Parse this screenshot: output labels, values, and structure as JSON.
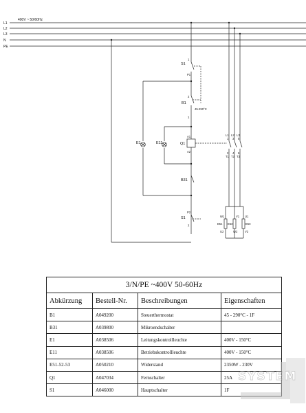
{
  "schematic": {
    "supply_voltage": "400V ~ 50/60Hz",
    "lines": [
      {
        "label": "L1"
      },
      {
        "label": "L2"
      },
      {
        "label": "L3"
      },
      {
        "label": "N"
      },
      {
        "label": "PE"
      }
    ],
    "components": {
      "s1_top": {
        "name": "S1",
        "pin_top": "1",
        "pin_bottom": "P1"
      },
      "b1": {
        "name": "B1",
        "pin_a": "2",
        "pin_b": "1",
        "range": "45-290°C"
      },
      "e1": {
        "name": "E1"
      },
      "e11": {
        "name": "E11"
      },
      "q1": {
        "name": "Q1",
        "pin_a1": "A1",
        "pin_a2": "A2"
      },
      "b31": {
        "name": "B31"
      },
      "s1_bottom": {
        "name": "S1",
        "pin_top": "P2",
        "pin_bottom": "2"
      },
      "q1_contacts": {
        "top": [
          "L1",
          "L2",
          "L3"
        ],
        "top_nums": [
          "1",
          "3",
          "5"
        ],
        "bottom_nums": [
          "2",
          "4",
          "6"
        ],
        "bottom": [
          "T1",
          "T2",
          "T3"
        ]
      },
      "heaters": {
        "e51": {
          "name": "E51",
          "pin_top": "W1",
          "pin_bottom": "U2"
        },
        "e52": {
          "name": "E52",
          "pin_top": "V1",
          "pin_bottom": "W2"
        },
        "e53": {
          "name": "E53",
          "pin_top": "U1",
          "pin_bottom": "V2"
        }
      }
    }
  },
  "parts_table": {
    "caption": "3/N/PE ~400V 50-60Hz",
    "headers": [
      "Abkürzung",
      "Bestell-Nr.",
      "Beschreibungen",
      "Eigenschaften"
    ],
    "rows": [
      [
        "B1",
        "A049200",
        "Steuerthermostat",
        "45 - 290°C - 1F"
      ],
      [
        "B31",
        "A039800",
        "Mikroendschalter",
        ""
      ],
      [
        "E1",
        "A038506",
        "Leitungskontrollleuchte",
        "400V - 150°C"
      ],
      [
        "E11",
        "A038506",
        "Betriebskontrollleuchte",
        "400V - 150°C"
      ],
      [
        "E51-52-53",
        "A050210",
        "Widerstand",
        "2350W - 230V"
      ],
      [
        "Q1",
        "A047034",
        "Fernschalter",
        "25A"
      ],
      [
        "S1",
        "A046000",
        "Hauptschalter",
        "1F"
      ]
    ]
  },
  "watermark": {
    "text": "SYSTEM"
  }
}
